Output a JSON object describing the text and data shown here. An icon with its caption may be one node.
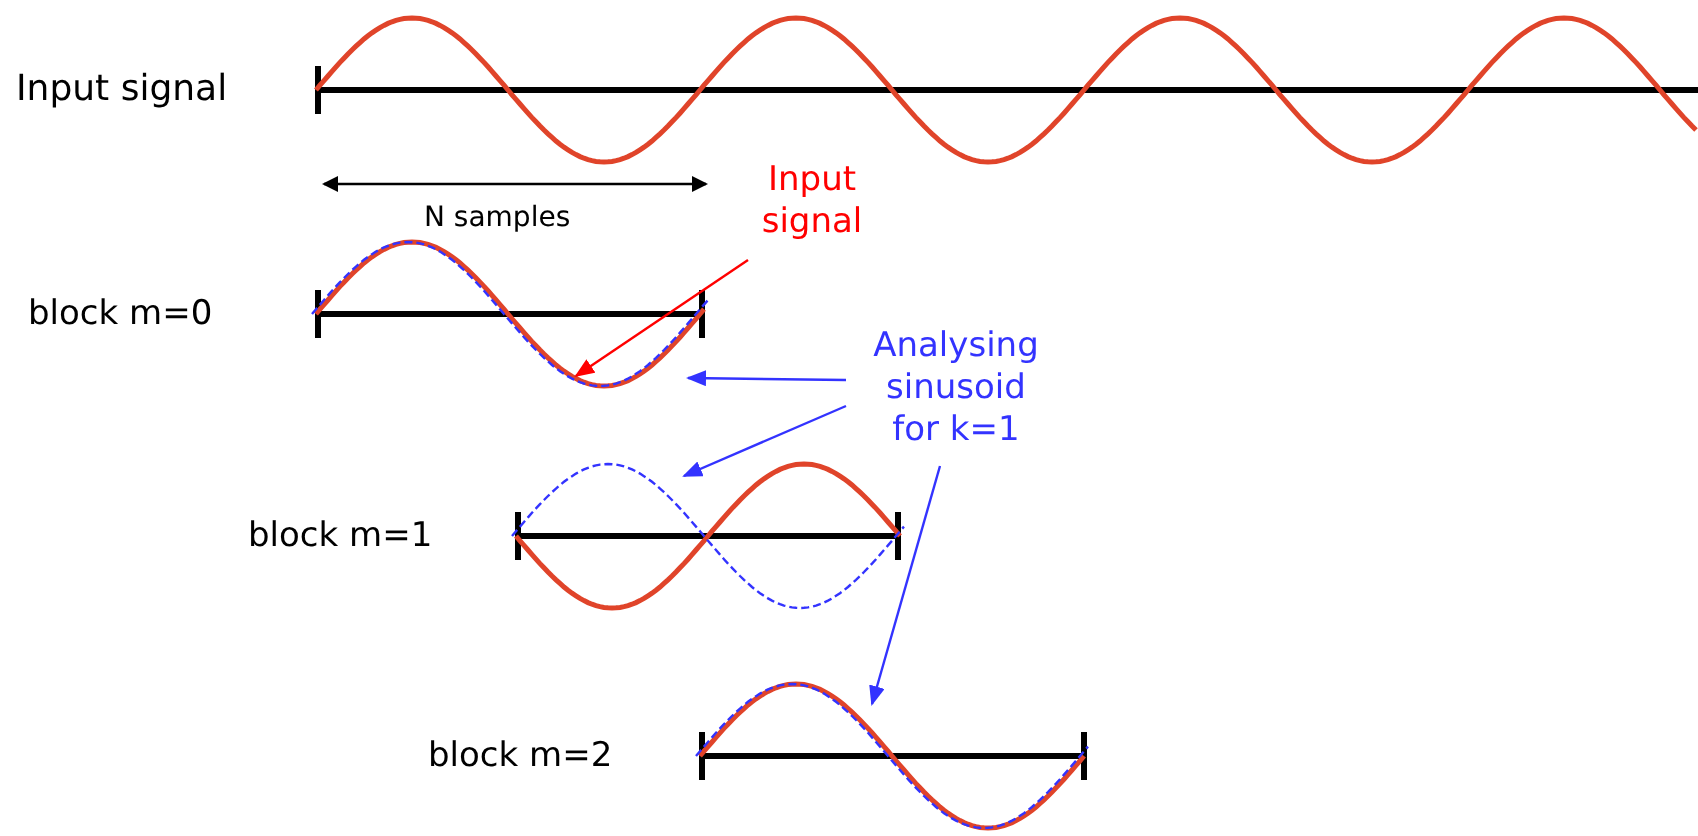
{
  "diagram": {
    "nodes": [
      {
        "text": [
          "Input signal"
        ]
      },
      {
        "text": [],
        "shape": "picture"
      },
      {
        "text": [
          "Analysing sinusoid for k=1"
        ]
      },
      {
        "text": [],
        "shape": "picture"
      },
      {
        "text": [],
        "shape": "picture"
      },
      {
        "text": [],
        "shape": "picture"
      }
    ],
    "edges": [
      {
        "from": 0,
        "to": 1,
        "arrow": "to",
        "color": "#ff0000"
      },
      {
        "from": 2,
        "to": 3,
        "arrow": "to"
      },
      {
        "from": 2,
        "to": 4,
        "arrow": "to"
      },
      {
        "from": 2,
        "to": 5,
        "arrow": "to"
      }
    ],
    "labels": [
      "Input signal",
      "N samples",
      "block m=0",
      "block m=1",
      "block m=2"
    ]
  }
}
